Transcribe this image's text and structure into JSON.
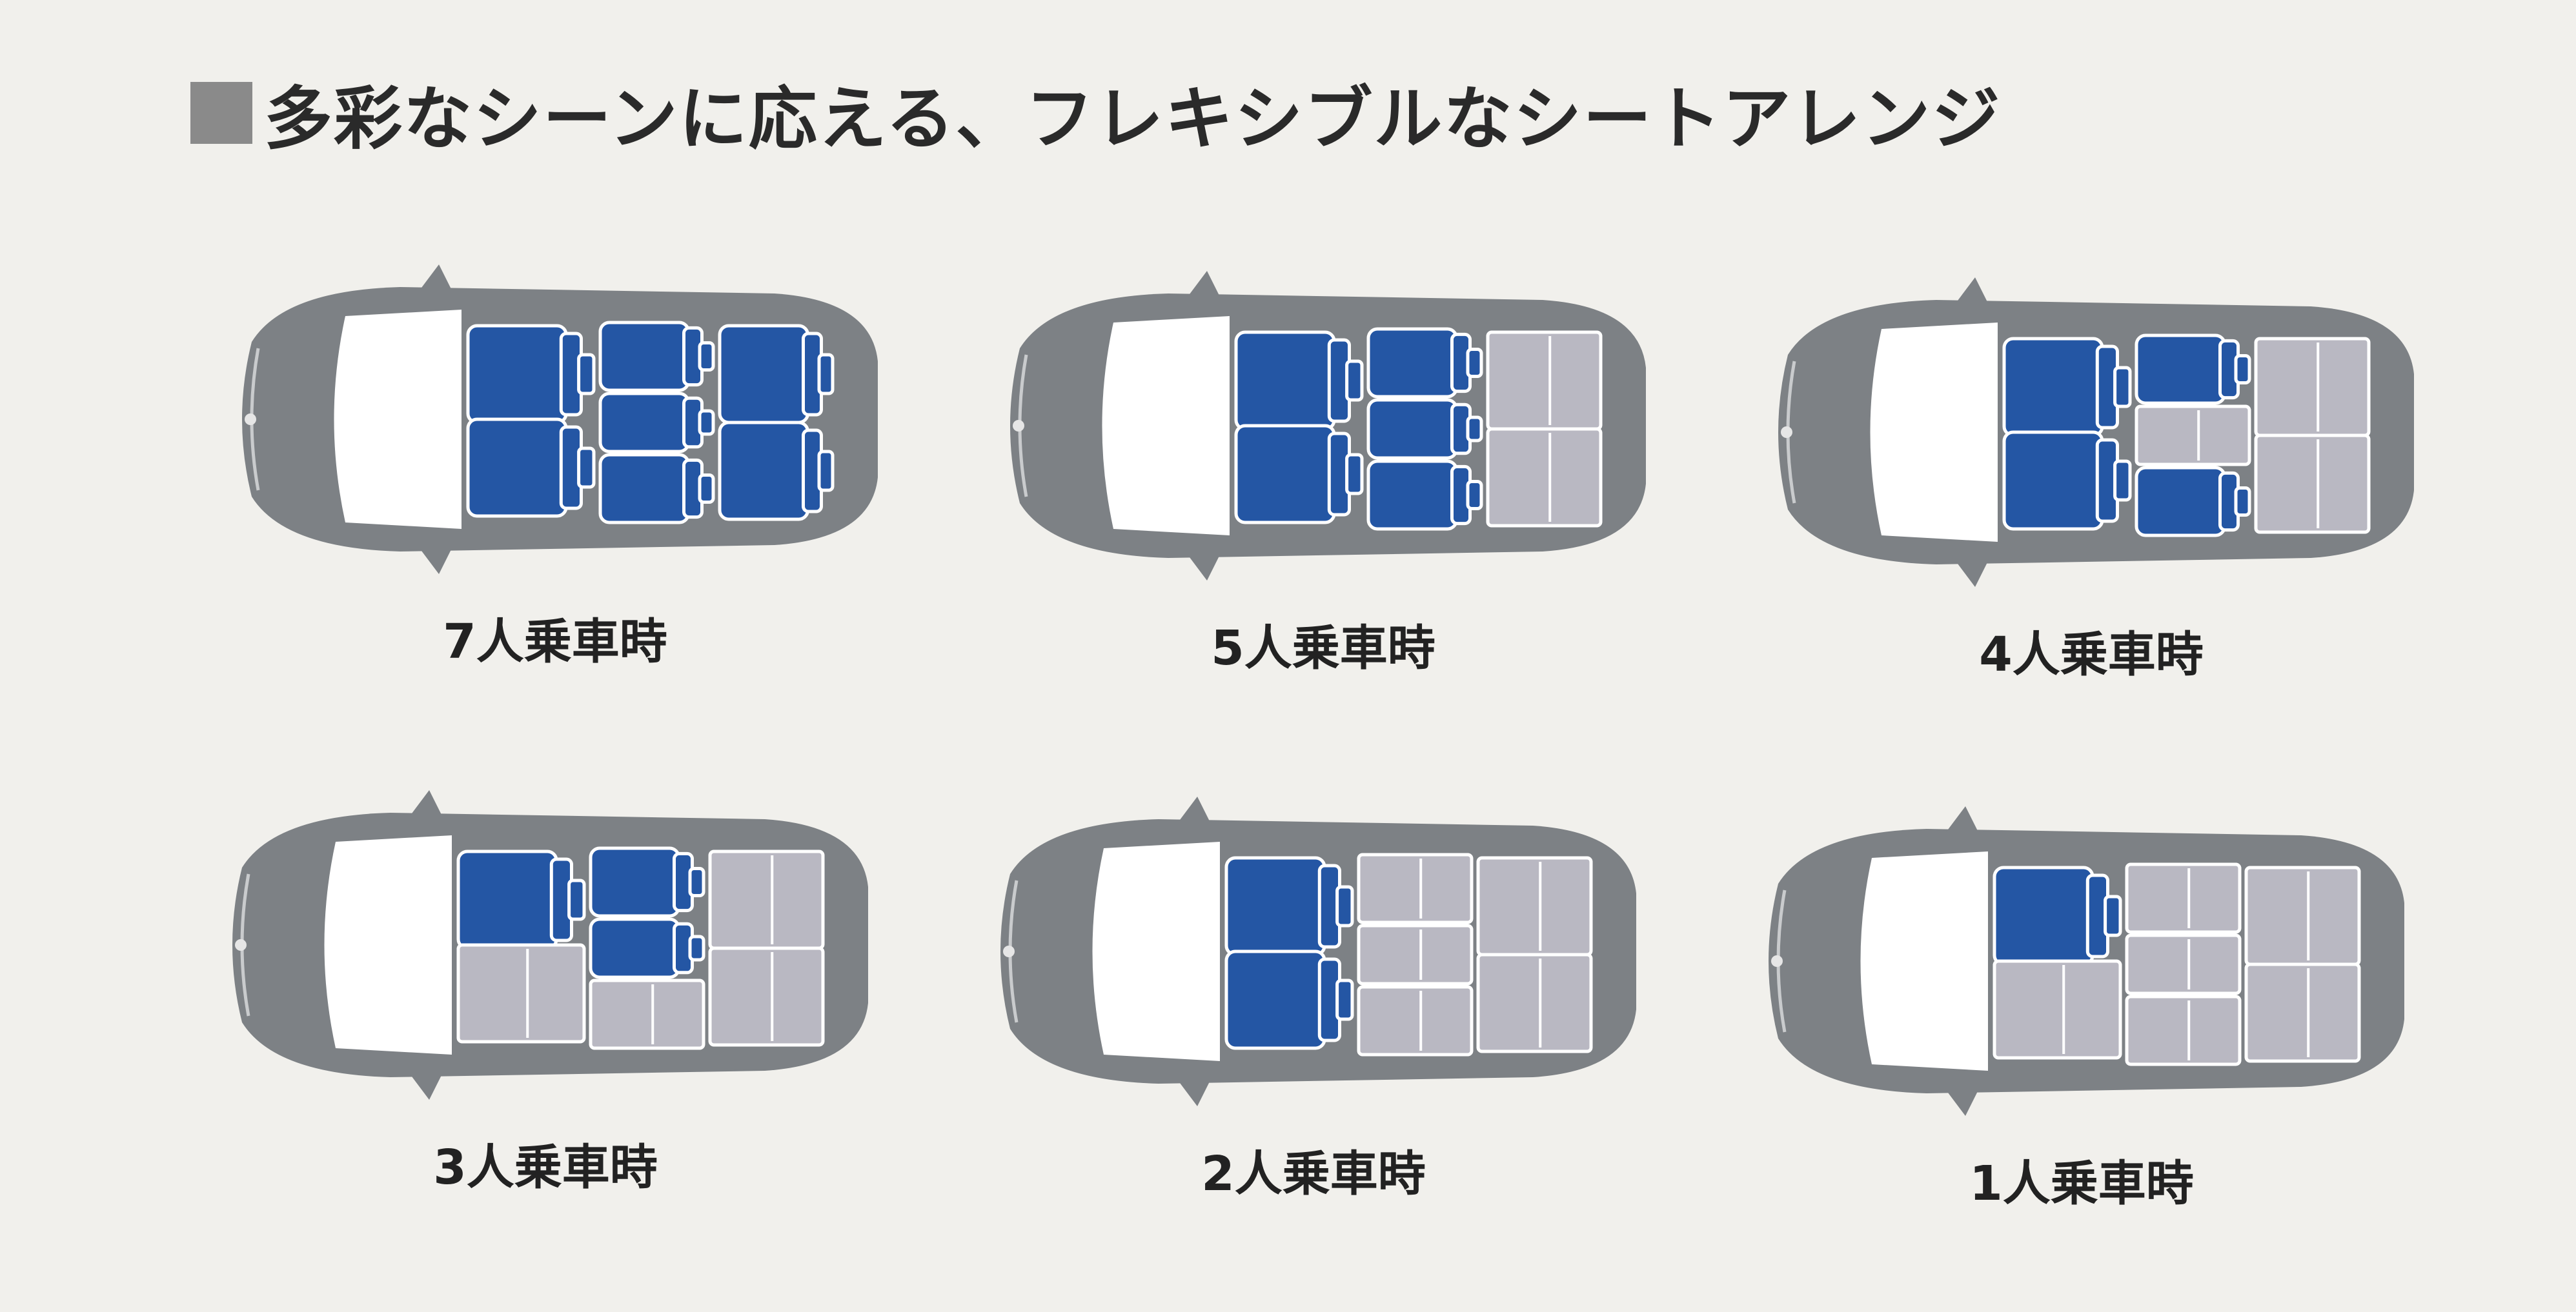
{
  "heading": {
    "title": "多彩なシーンに応える、フレキシブルなシートアレンジ"
  },
  "colors": {
    "car_body": "#7d8185",
    "window": "#ffffff",
    "seat_occupied": "#2456a4",
    "seat_folded": "#b9b8c2",
    "seat_outline": "#ffffff"
  },
  "arrangements": [
    {
      "caption": "7人乗車時",
      "row1": [
        "up",
        "up"
      ],
      "row2": [
        "up",
        "up",
        "up"
      ],
      "row3": [
        "up",
        "up"
      ]
    },
    {
      "caption": "5人乗車時",
      "row1": [
        "up",
        "up"
      ],
      "row2": [
        "up",
        "up",
        "up"
      ],
      "row3": [
        "folded",
        "folded"
      ]
    },
    {
      "caption": "4人乗車時",
      "row1": [
        "up",
        "up"
      ],
      "row2": [
        "up",
        "folded",
        "up"
      ],
      "row3": [
        "folded",
        "folded"
      ]
    },
    {
      "caption": "3人乗車時",
      "row1": [
        "up",
        "folded"
      ],
      "row2": [
        "up",
        "up",
        "folded"
      ],
      "row3": [
        "folded",
        "folded"
      ]
    },
    {
      "caption": "2人乗車時",
      "row1": [
        "up",
        "up"
      ],
      "row2": [
        "folded",
        "folded",
        "folded"
      ],
      "row3": [
        "folded",
        "folded"
      ]
    },
    {
      "caption": "1人乗車時",
      "row1": [
        "up",
        "folded"
      ],
      "row2": [
        "folded",
        "folded",
        "folded"
      ],
      "row3": [
        "folded",
        "folded"
      ]
    }
  ]
}
